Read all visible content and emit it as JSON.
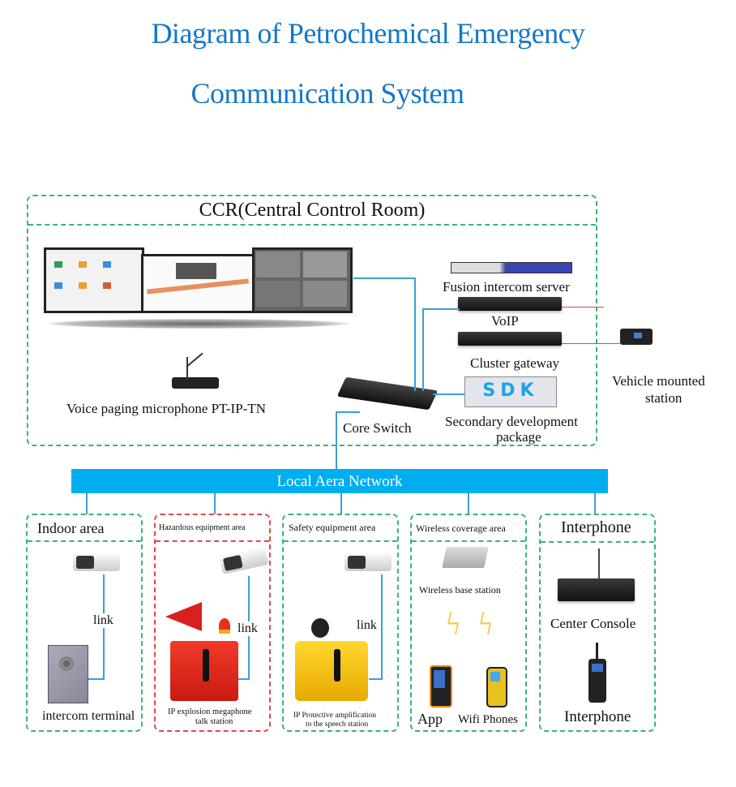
{
  "title": {
    "line1": "Diagram of Petrochemical Emergency",
    "line2": "Communication System"
  },
  "colors": {
    "title_blue": "#1478c8",
    "lan_blue": "#00aeef",
    "link_blue": "#3a9fd8",
    "green_dash": "#3cb371",
    "red_dash": "#e04848"
  },
  "ccr": {
    "heading": "CCR(Central Control Room)",
    "mic_label": "Voice paging microphone PT-IP-TN",
    "core_switch_label": "Core Switch",
    "fusion_server_label": "Fusion intercom server",
    "voip_label": "VoIP",
    "cluster_gateway_label": "Cluster gateway",
    "sdk_text": "SDK",
    "sdk_label_line1": "Secondary development",
    "sdk_label_line2": "package"
  },
  "vehicle": {
    "label_line1": "Vehicle mounted",
    "label_line2": "station"
  },
  "lan": {
    "label": "Local Aera Network"
  },
  "areas": [
    {
      "heading": "Indoor area",
      "link_label": "link",
      "device_label": "intercom terminal"
    },
    {
      "heading": "Hazardous equipment area",
      "link_label": "link",
      "device_label_line1": "IP explosion megaphone",
      "device_label_line2": "talk station"
    },
    {
      "heading": "Safety equipment area",
      "link_label": "link",
      "device_label_line1": "IP Protective amplification",
      "device_label_line2": "to the speech station"
    },
    {
      "heading": "Wireless coverage area",
      "base_label": "Wireless base station",
      "app_label": "App",
      "wifi_label": "Wifi Phones"
    },
    {
      "heading": "Interphone",
      "console_label": "Center Console",
      "handset_label": "Interphone"
    }
  ]
}
